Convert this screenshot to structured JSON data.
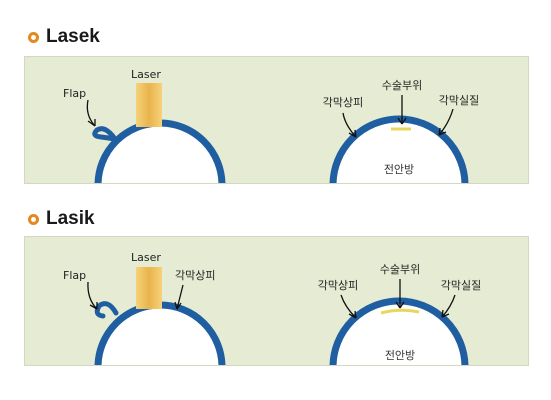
{
  "sections": {
    "lasek": {
      "title": "Lasek",
      "labels": {
        "flap": "Flap",
        "laser": "Laser",
        "epithelium": "각막상피",
        "surgery_site": "수술부위",
        "stroma": "각막실질",
        "anterior_chamber": "전안방"
      }
    },
    "lasik": {
      "title": "Lasik",
      "labels": {
        "flap": "Flap",
        "laser": "Laser",
        "epithelium_left": "각막상피",
        "epithelium": "각막상피",
        "surgery_site": "수술부위",
        "stroma": "각막실질",
        "anterior_chamber": "전안방"
      }
    }
  },
  "colors": {
    "panel_background": "#e5ecd3",
    "cornea": "#1f5ea0",
    "laser_beam": "#f2c060",
    "bullet": "#e38a1e",
    "surgery_mark": "#e8d75a"
  }
}
